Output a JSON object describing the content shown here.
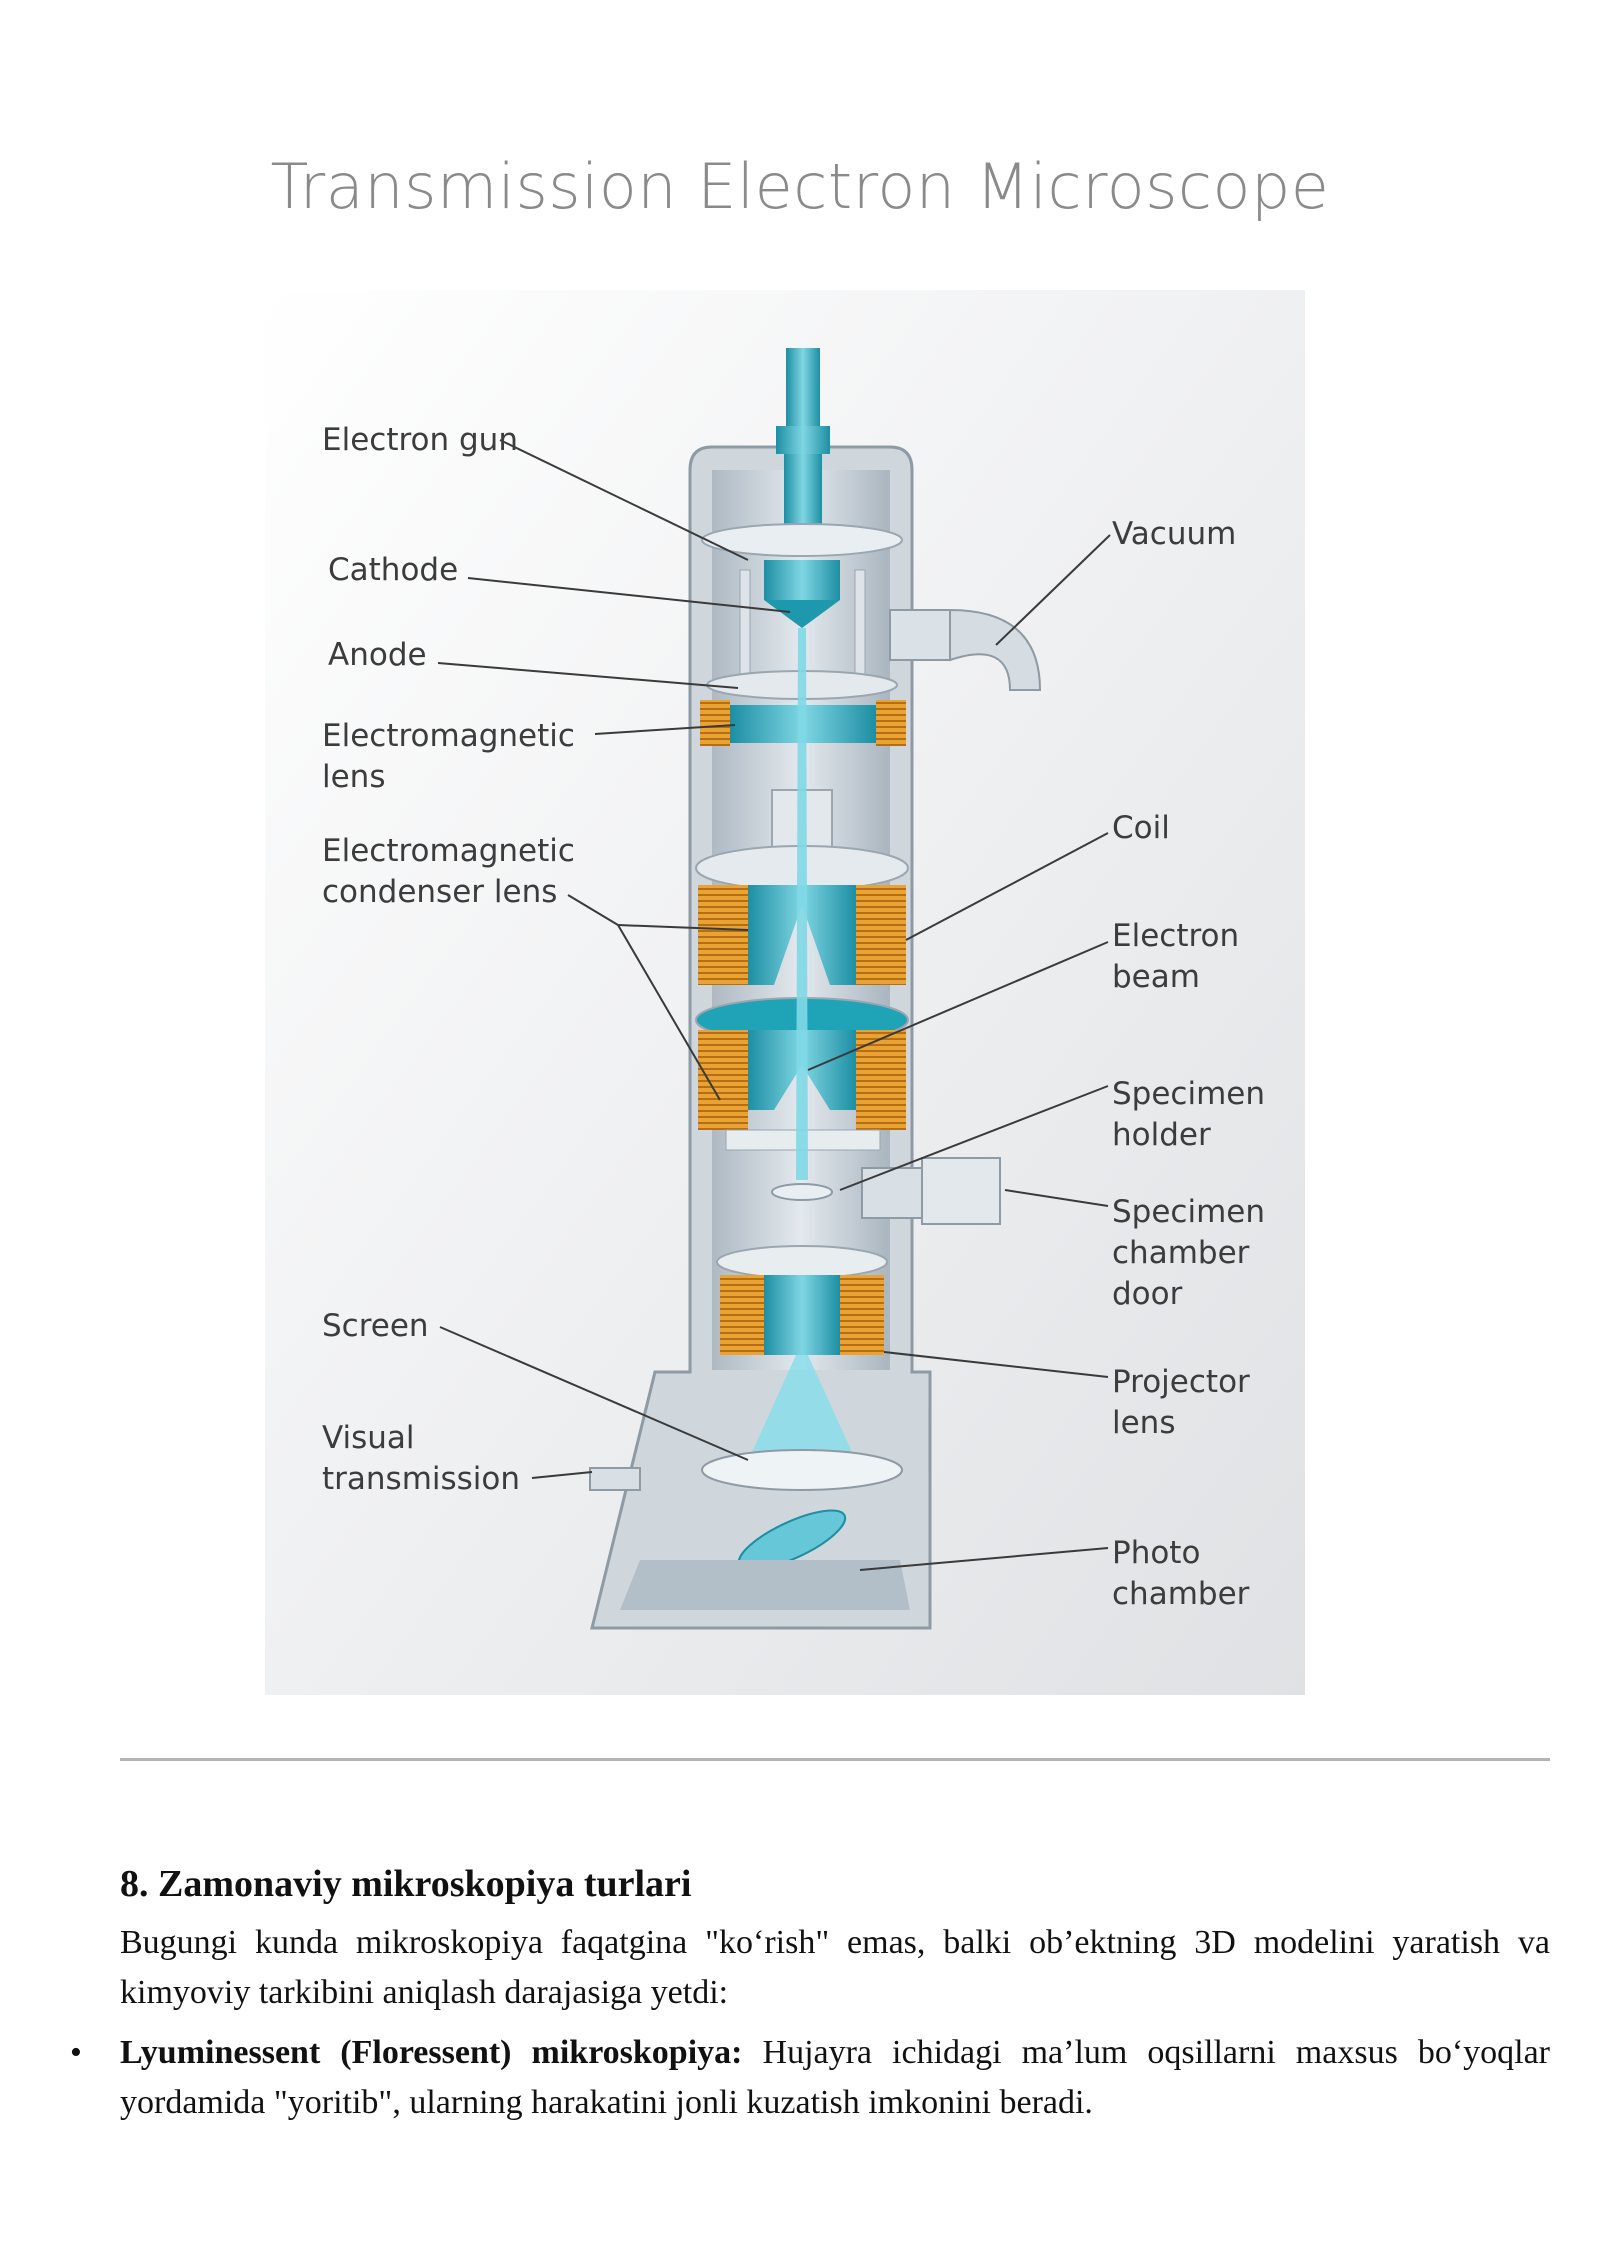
{
  "figure": {
    "title": "Transmission Electron Microscope",
    "labels": {
      "electron_gun": "Electron gun",
      "cathode": "Cathode",
      "anode": "Anode",
      "em_lens": "Electromagnetic\nlens",
      "em_condenser": "Electromagnetic\ncondenser lens",
      "screen": "Screen",
      "visual_transmission": "Visual\ntransmission",
      "vacuum": "Vacuum",
      "coil": "Coil",
      "electron_beam": "Electron\nbeam",
      "specimen_holder": "Specimen\nholder",
      "specimen_door": "Specimen\nchamber\ndoor",
      "projector_lens": "Projector\nlens",
      "photo_chamber": "Photo\nchamber"
    },
    "colors": {
      "beam": "#2fb5c8",
      "coil": "#e39a2a",
      "metal": "#c9d3da",
      "shadow": "#e6e7e9"
    }
  },
  "section": {
    "heading": "8. Zamonaviy mikroskopiya turlari",
    "intro": "Bugungi kunda mikroskopiya faqatgina \"ko‘rish\" emas, balki ob’ektning 3D modelini yaratish va kimyoviy tarkibini aniqlash darajasiga yetdi:",
    "bullets": [
      {
        "term": "Lyuminessent (Floressent) mikroskopiya:",
        "text": " Hujayra ichidagi ma’lum oqsillarni maxsus bo‘yoqlar yordamida \"yoritib\", ularning harakatini jonli kuzatish imkonini beradi."
      }
    ]
  }
}
